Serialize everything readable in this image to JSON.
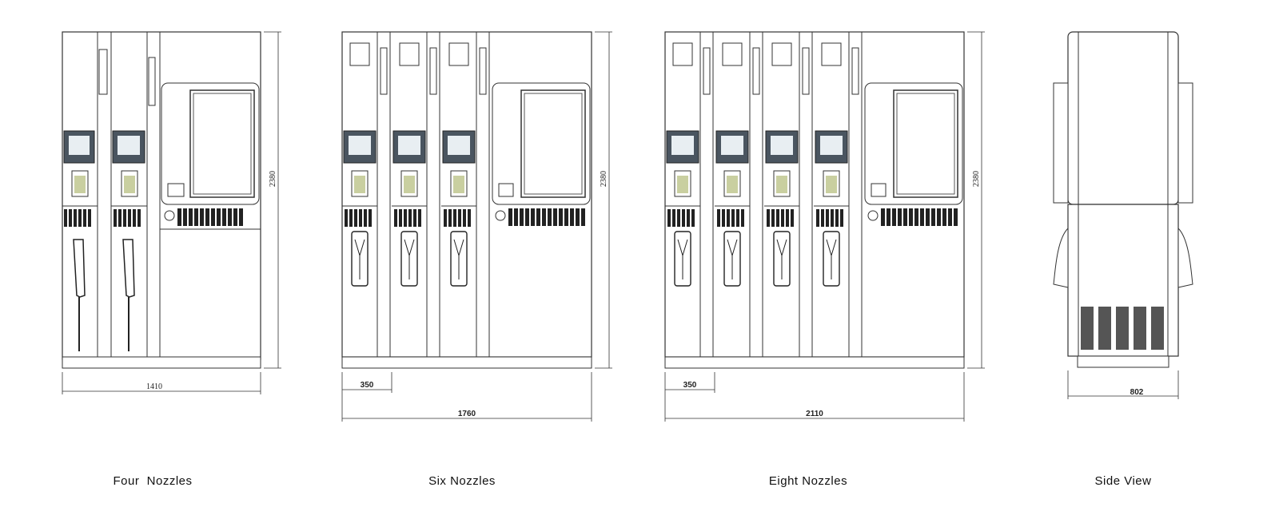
{
  "views": [
    {
      "caption": "Four  Nozzles",
      "units": 2,
      "width_label": "1410",
      "height_label": "2380",
      "unit_label": "",
      "type": "front-a"
    },
    {
      "caption": "Six Nozzles",
      "units": 3,
      "width_label": "1760",
      "height_label": "2380",
      "unit_label": "350",
      "type": "front-b"
    },
    {
      "caption": "Eight Nozzles",
      "units": 4,
      "width_label": "2110",
      "height_label": "2380",
      "unit_label": "350",
      "type": "front-b"
    },
    {
      "caption": "Side View",
      "units": 0,
      "width_label": "802",
      "height_label": "",
      "unit_label": "",
      "type": "side"
    }
  ]
}
